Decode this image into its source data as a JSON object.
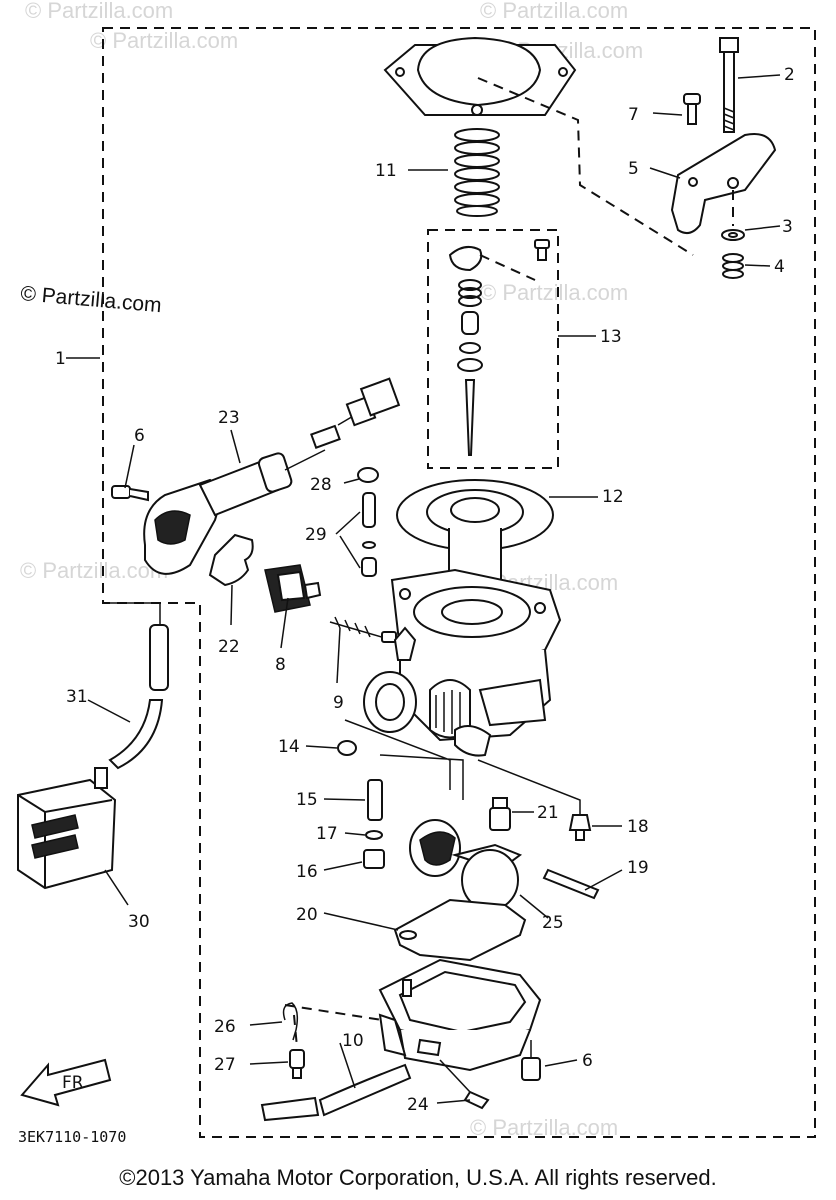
{
  "watermarks": {
    "text": "© Partzilla.com",
    "items": [
      "© Partzilla.com",
      "© Partzilla.com",
      "© Partzilla.com",
      "© Partzilla.com",
      "© Partzilla.com",
      "© Partzilla.com",
      "© Partzilla.com",
      "© Partzilla.com"
    ],
    "prominent": "© Partzilla.com"
  },
  "callouts": {
    "p1": "1",
    "p2": "2",
    "p3": "3",
    "p4": "4",
    "p5": "5",
    "p6a": "6",
    "p6b": "6",
    "p7": "7",
    "p8": "8",
    "p9": "9",
    "p10": "10",
    "p11": "11",
    "p12": "12",
    "p13": "13",
    "p14": "14",
    "p15": "15",
    "p16": "16",
    "p17": "17",
    "p18": "18",
    "p19": "19",
    "p20": "20",
    "p21": "21",
    "p22": "22",
    "p23": "23",
    "p24": "24",
    "p25": "25",
    "p26": "26",
    "p27": "27",
    "p28": "28",
    "p29": "29",
    "p30": "30",
    "p31": "31"
  },
  "front_arrow": "FR",
  "diagram_code": "3EK7110-1070",
  "copyright": "©2013 Yamaha Motor Corporation, U.S.A. All rights reserved."
}
